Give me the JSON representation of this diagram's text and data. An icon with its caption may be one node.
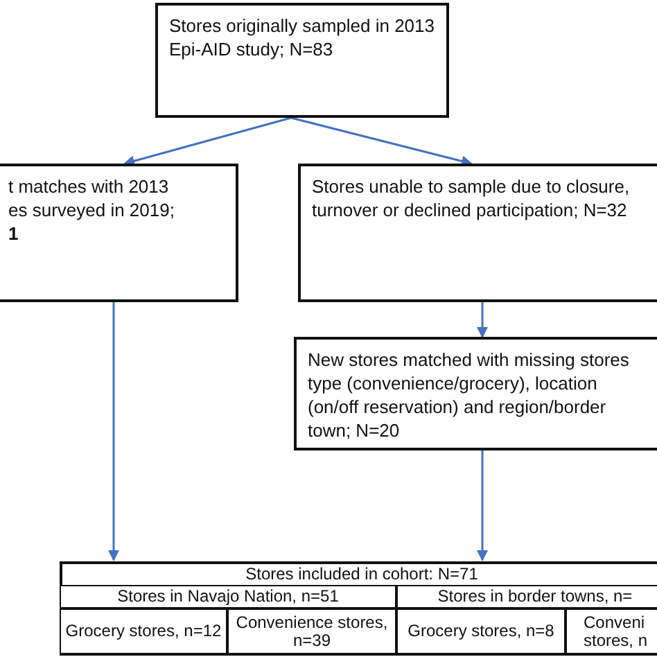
{
  "diagram": {
    "nodes": [
      {
        "text": [
          "Stores originally sampled in 2013 Epi-AID study; N=83"
        ]
      },
      {
        "text": [
          "t matches with 2013",
          "es surveyed in 2019;",
          "1"
        ]
      },
      {
        "text": [
          "Stores unable to sample due to closure, turnover or declined participation; N=32"
        ]
      },
      {
        "text": [
          "New stores matched with missing stores type (convenience/grocery), location (on/off reservation) and region/border town; N=20"
        ]
      },
      {
        "text": [
          "Stores included in cohort: N=71"
        ]
      },
      {
        "text": [
          "Stores in Navajo Nation, n=51"
        ],
        "in": 4
      },
      {
        "text": [
          "Stores in border towns, n="
        ],
        "in": 4
      },
      {
        "text": [
          "Grocery stores, n=12"
        ],
        "in": 4
      },
      {
        "text": [
          "Convenience stores, n=39"
        ],
        "in": 4
      },
      {
        "text": [
          "Grocery stores, n=8"
        ],
        "in": 4
      },
      {
        "text": [
          "Conveni stores, n"
        ],
        "in": 4
      }
    ],
    "edges": [
      {
        "from": 0,
        "to": 1,
        "arrow": "to"
      },
      {
        "from": 0,
        "to": 2,
        "arrow": "to"
      },
      {
        "from": 2,
        "to": 3,
        "arrow": "to"
      },
      {
        "from": 1,
        "to": 4,
        "arrow": "to"
      },
      {
        "from": 3,
        "to": 4,
        "arrow": "to"
      }
    ]
  }
}
